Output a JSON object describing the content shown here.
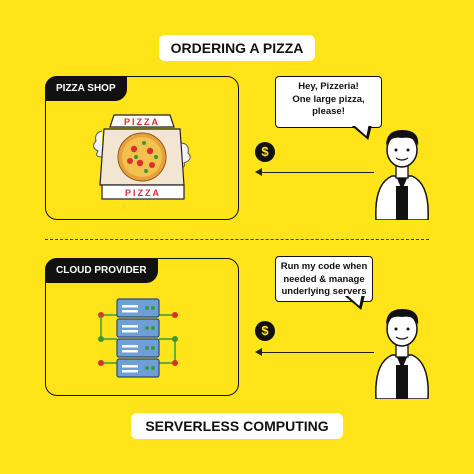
{
  "header": {
    "title": "ORDERING A PIZZA"
  },
  "footer": {
    "title": "SERVERLESS COMPUTING"
  },
  "top_panel": {
    "label": "PIZZA SHOP",
    "bubble_lines": [
      "Hey, Pizzeria!",
      "One large pizza,",
      "please!"
    ],
    "box_lid_text": "PIZZA",
    "box_front_text": "PIZZA",
    "payment_symbol": "$"
  },
  "bottom_panel": {
    "label": "CLOUD PROVIDER",
    "bubble_lines": [
      "Run my code when",
      "needed & manage",
      "underlying servers"
    ],
    "payment_symbol": "$"
  },
  "colors": {
    "background": "#FFE41A",
    "ink": "#111111",
    "pizza_red": "#D9302B",
    "server_blue": "#6E9FD8"
  },
  "icons": [
    "pizza-box-icon",
    "server-rack-icon",
    "dollar-coin-icon",
    "person-icon",
    "arrow-left-icon"
  ]
}
